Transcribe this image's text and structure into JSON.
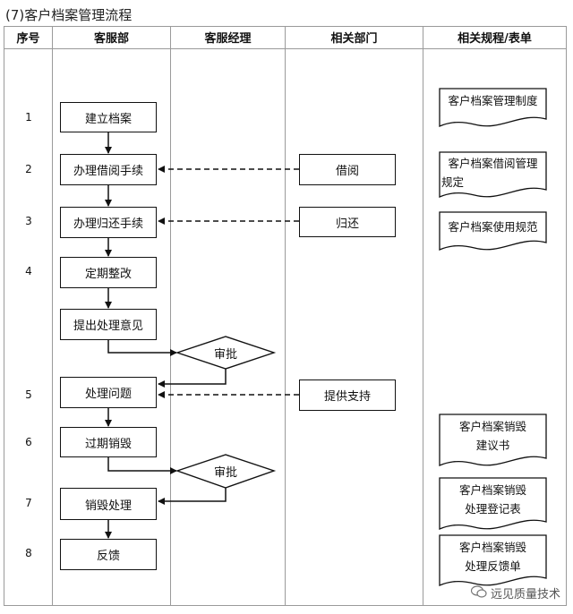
{
  "title": "(7)客户档案管理流程",
  "headers": {
    "seq": "序号",
    "service": "客服部",
    "manager": "客服经理",
    "related": "相关部门",
    "docs": "相关规程/表单"
  },
  "rows": [
    "1",
    "2",
    "3",
    "4",
    "5",
    "6",
    "7",
    "8"
  ],
  "service_steps": {
    "create": "建立档案",
    "borrow": "办理借阅手续",
    "return": "办理归还手续",
    "rectify": "定期整改",
    "propose": "提出处理意见",
    "handle": "处理问题",
    "expired": "过期销毁",
    "destroy": "销毁处理",
    "feedback": "反馈"
  },
  "approvals": {
    "first": "审批",
    "second": "审批"
  },
  "related_steps": {
    "borrow": "借阅",
    "return": "归还",
    "support": "提供支持"
  },
  "documents": {
    "doc1": "客户档案管理制度",
    "doc2": [
      "客户档案借阅管理",
      "规定"
    ],
    "doc3": "客户档案使用规范",
    "doc4": [
      "客户档案销毁",
      "建议书"
    ],
    "doc5": [
      "客户档案销毁",
      "处理登记表"
    ],
    "doc6": [
      "客户档案销毁",
      "处理反馈单"
    ]
  },
  "watermark": "远见质量技术",
  "colors": {
    "line": "#111111",
    "grid": "#9a9a9a"
  }
}
